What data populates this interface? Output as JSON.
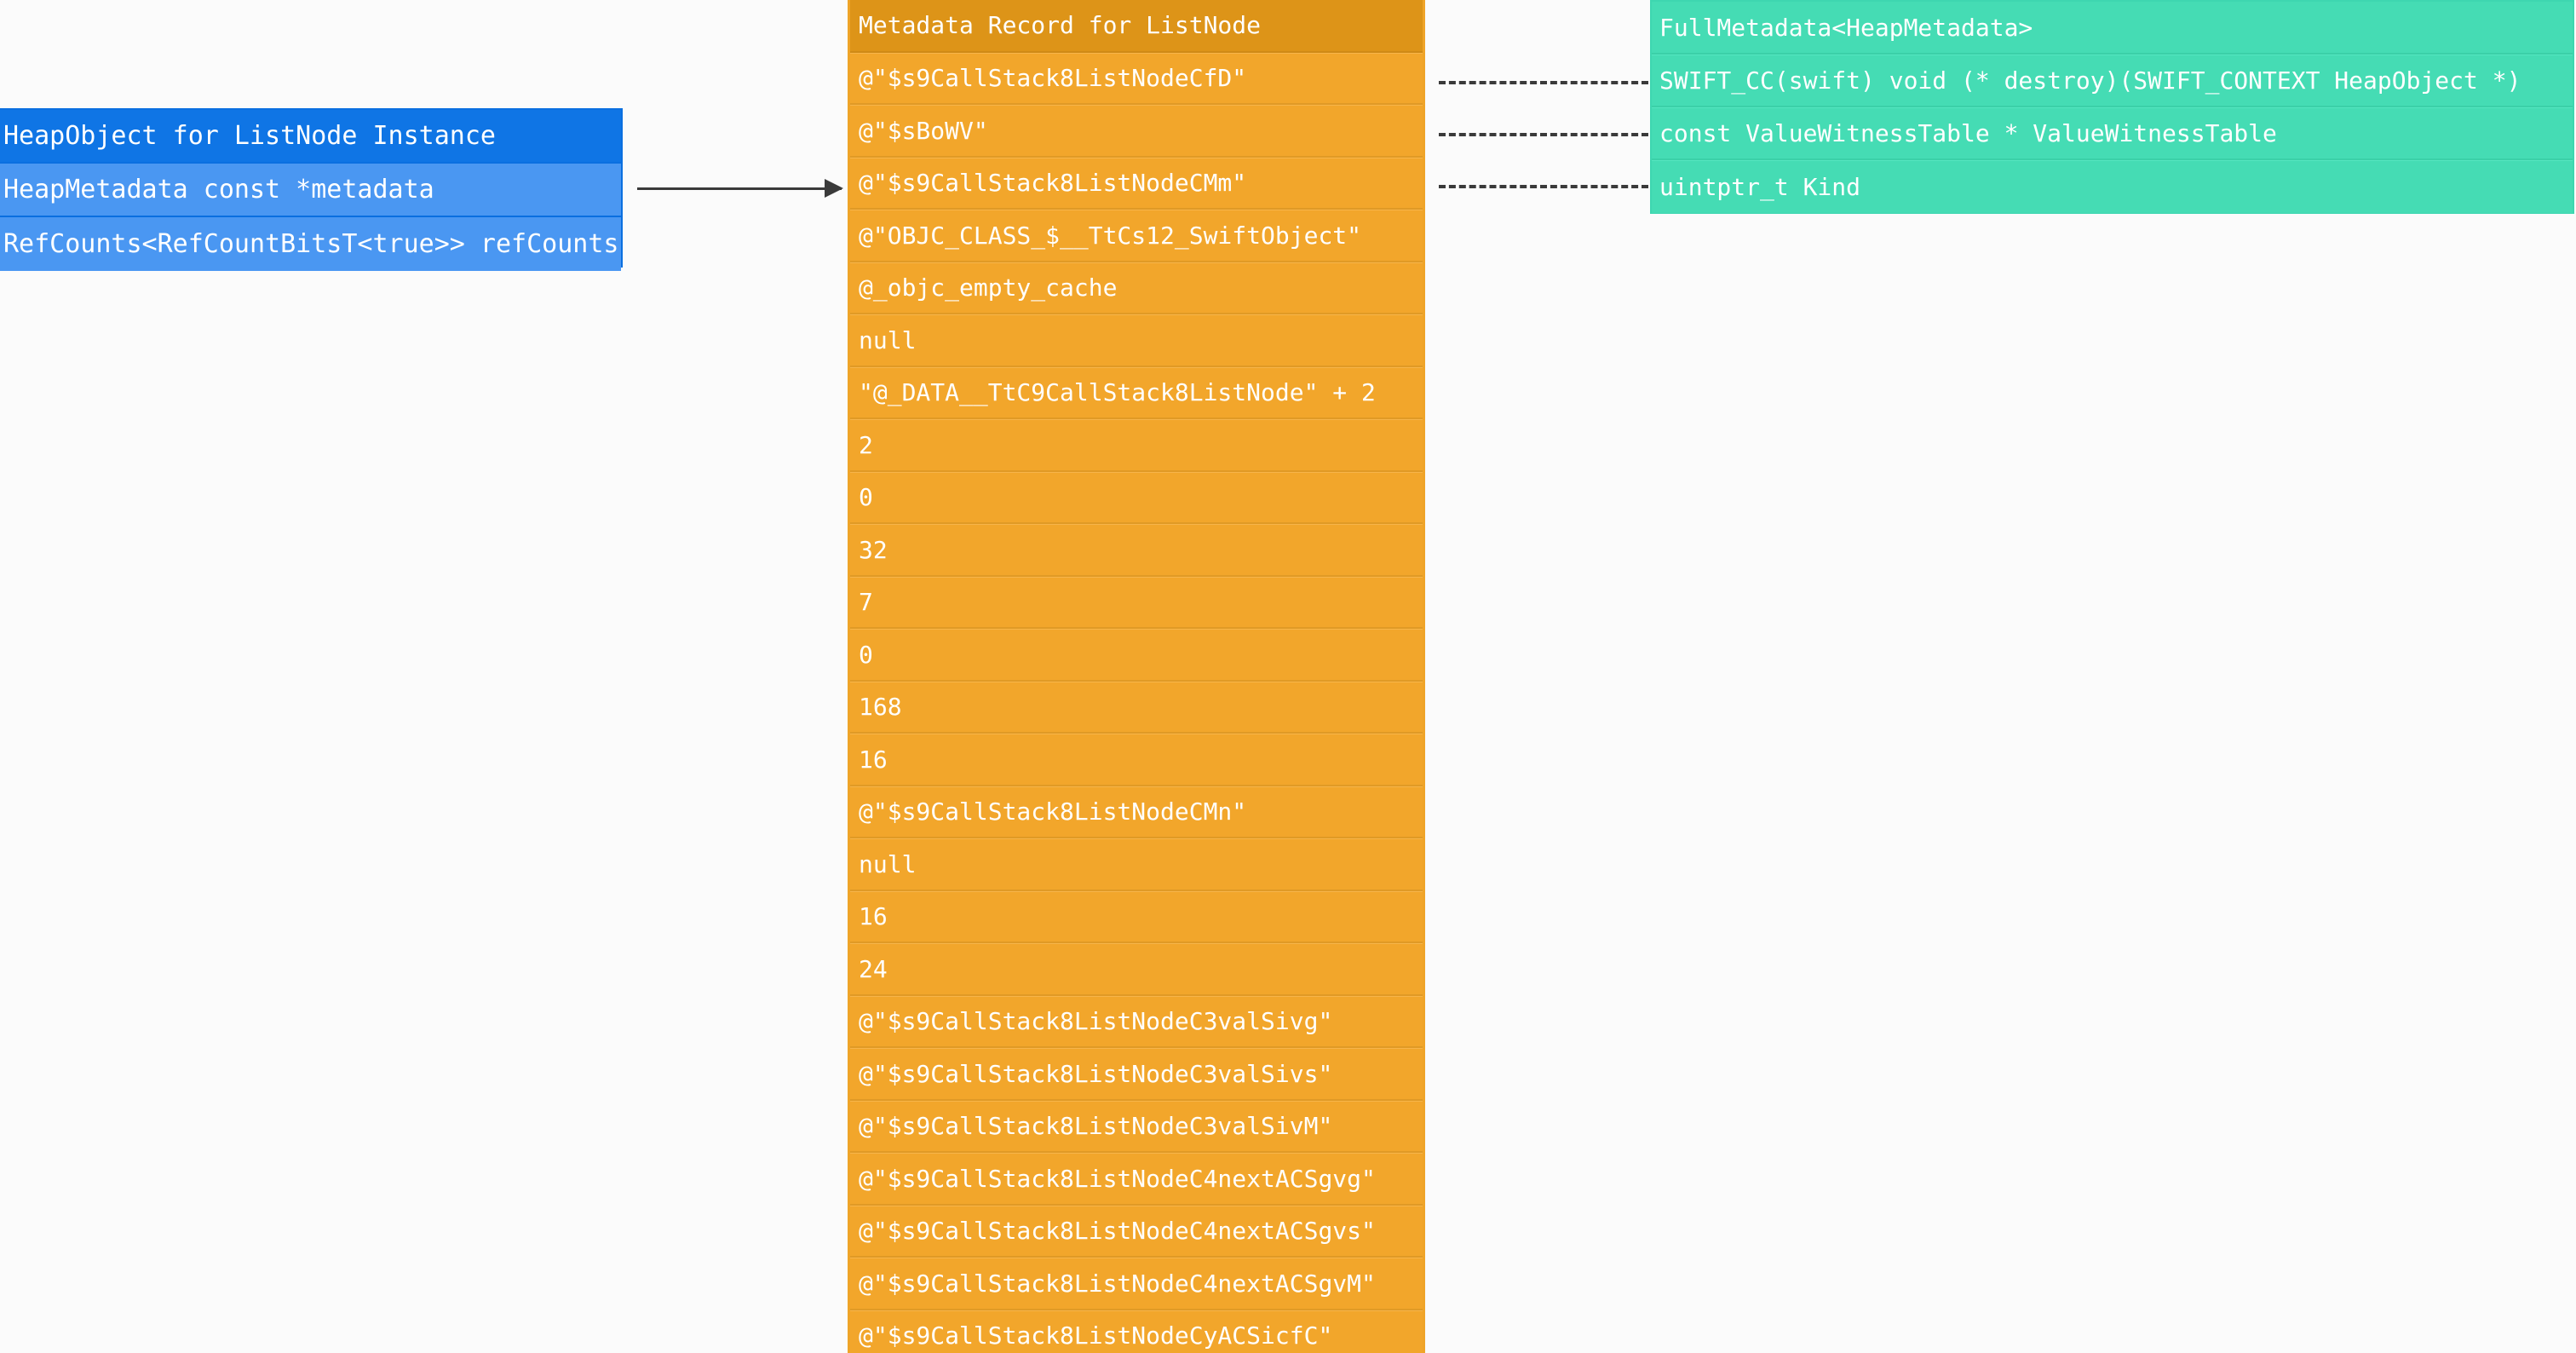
{
  "background_color": "#fbfbfb",
  "heap_object": {
    "accent_color": "#0f75e5",
    "field_color": "#4a97f2",
    "title": "HeapObject for ListNode Instance",
    "fields": [
      "HeapMetadata const *metadata",
      "RefCounts<RefCountBitsT<true>> refCounts"
    ]
  },
  "metadata_record": {
    "accent_color": "#dd9418",
    "row_color": "#f2a62b",
    "title": "Metadata Record for ListNode",
    "rows": [
      "@\"$s9CallStack8ListNodeCfD\"",
      "@\"$sBoWV\"",
      "@\"$s9CallStack8ListNodeCMm\"",
      "@\"OBJC_CLASS_$__TtCs12_SwiftObject\"",
      "@_objc_empty_cache",
      "null",
      "\"@_DATA__TtC9CallStack8ListNode\" + 2",
      "2",
      "0",
      "32",
      "7",
      "0",
      "168",
      "16",
      "@\"$s9CallStack8ListNodeCMn\"",
      "null",
      "16",
      "24",
      "@\"$s9CallStack8ListNodeC3valSivg\"",
      "@\"$s9CallStack8ListNodeC3valSivs\"",
      "@\"$s9CallStack8ListNodeC3valSivM\"",
      "@\"$s9CallStack8ListNodeC4nextACSgvg\"",
      "@\"$s9CallStack8ListNodeC4nextACSgvs\"",
      "@\"$s9CallStack8ListNodeC4nextACSgvM\"",
      "@\"$s9CallStack8ListNodeCyACSicfC\""
    ]
  },
  "full_metadata": {
    "row_color": "#45dcb4",
    "rows": [
      "FullMetadata<HeapMetadata>",
      "SWIFT_CC(swift) void (* destroy)(SWIFT_CONTEXT HeapObject *)",
      "const ValueWitnessTable * ValueWitnessTable",
      "uintptr_t Kind"
    ]
  },
  "connectors": {
    "pointer_arrow_color": "#3a3a3a",
    "dashed_link_color": "#3a3a3a",
    "dashed_link_count": 3
  }
}
